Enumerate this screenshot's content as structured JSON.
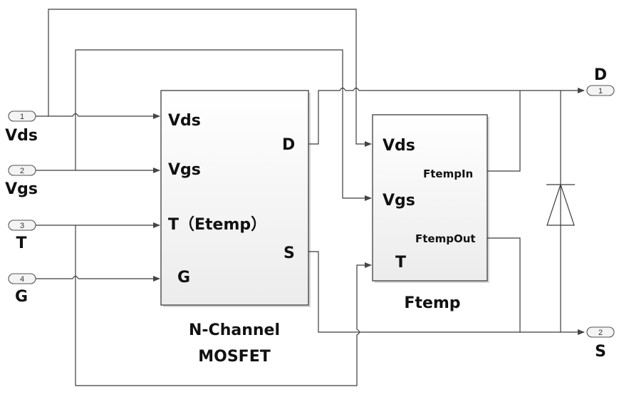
{
  "diagram": {
    "type": "block-diagram",
    "subject": "N-Channel MOSFET with temperature block",
    "input_ports": [
      {
        "number": "1",
        "label": "Vds"
      },
      {
        "number": "2",
        "label": "Vgs"
      },
      {
        "number": "3",
        "label": "T"
      },
      {
        "number": "4",
        "label": "G"
      }
    ],
    "output_ports": [
      {
        "number": "1",
        "label": "D"
      },
      {
        "number": "2",
        "label": "S"
      }
    ],
    "mosfet_block": {
      "caption_line1": "N-Channel",
      "caption_line2": "MOSFET",
      "inputs": [
        "Vds",
        "Vgs",
        "T（Etemp）",
        "G"
      ],
      "outputs": [
        "D",
        "S"
      ]
    },
    "ftemp_block": {
      "caption": "Ftemp",
      "inputs": [
        "Vds",
        "Vgs",
        "T"
      ],
      "outputs": [
        "FtempIn",
        "FtempOut"
      ]
    },
    "diode": {
      "label": "diode",
      "between": [
        "D",
        "S"
      ]
    },
    "connections": [
      {
        "from": "In1 Vds",
        "to": "MOSFET Vds"
      },
      {
        "from": "In1 Vds",
        "to": "Ftemp Vds"
      },
      {
        "from": "In2 Vgs",
        "to": "MOSFET Vgs"
      },
      {
        "from": "In2 Vgs",
        "to": "Ftemp Vgs"
      },
      {
        "from": "In3 T",
        "to": "MOSFET T（Etemp）"
      },
      {
        "from": "In3 T",
        "to": "Ftemp T"
      },
      {
        "from": "In4 G",
        "to": "MOSFET G"
      },
      {
        "from": "MOSFET D",
        "to": "Out1 D"
      },
      {
        "from": "MOSFET S",
        "to": "Out2 S"
      },
      {
        "from": "Ftemp FtempIn",
        "to": "Out1 D"
      },
      {
        "from": "Ftemp FtempOut",
        "to": "Out2 S"
      }
    ]
  }
}
